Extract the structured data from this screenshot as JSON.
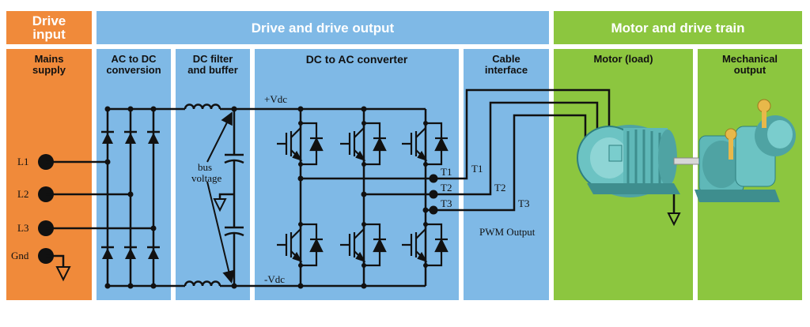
{
  "headers": {
    "drive_input": "Drive\ninput",
    "drive_output": "Drive and drive output",
    "motor_train": "Motor and drive train"
  },
  "sections": {
    "mains": "Mains\nsupply",
    "ac_dc": "AC to DC\nconversion",
    "dc_filter": "DC filter\nand buffer",
    "dc_ac": "DC to AC converter",
    "cable": "Cable\ninterface",
    "motor": "Motor (load)",
    "mech": "Mechanical\noutput"
  },
  "labels": {
    "l1": "L1",
    "l2": "L2",
    "l3": "L3",
    "gnd": "Gnd",
    "bus_voltage": "bus\nvoltage",
    "pos_vdc": "+Vdc",
    "neg_vdc": "-Vdc",
    "t1a": "T1",
    "t2a": "T2",
    "t3a": "T3",
    "t1b": "T1",
    "t2b": "T2",
    "t3b": "T3",
    "pwm": "PWM Output"
  },
  "colors": {
    "orange": "#F08A3A",
    "blue": "#7FB9E6",
    "green": "#8CC63F",
    "teal": "#5FB8B8"
  }
}
